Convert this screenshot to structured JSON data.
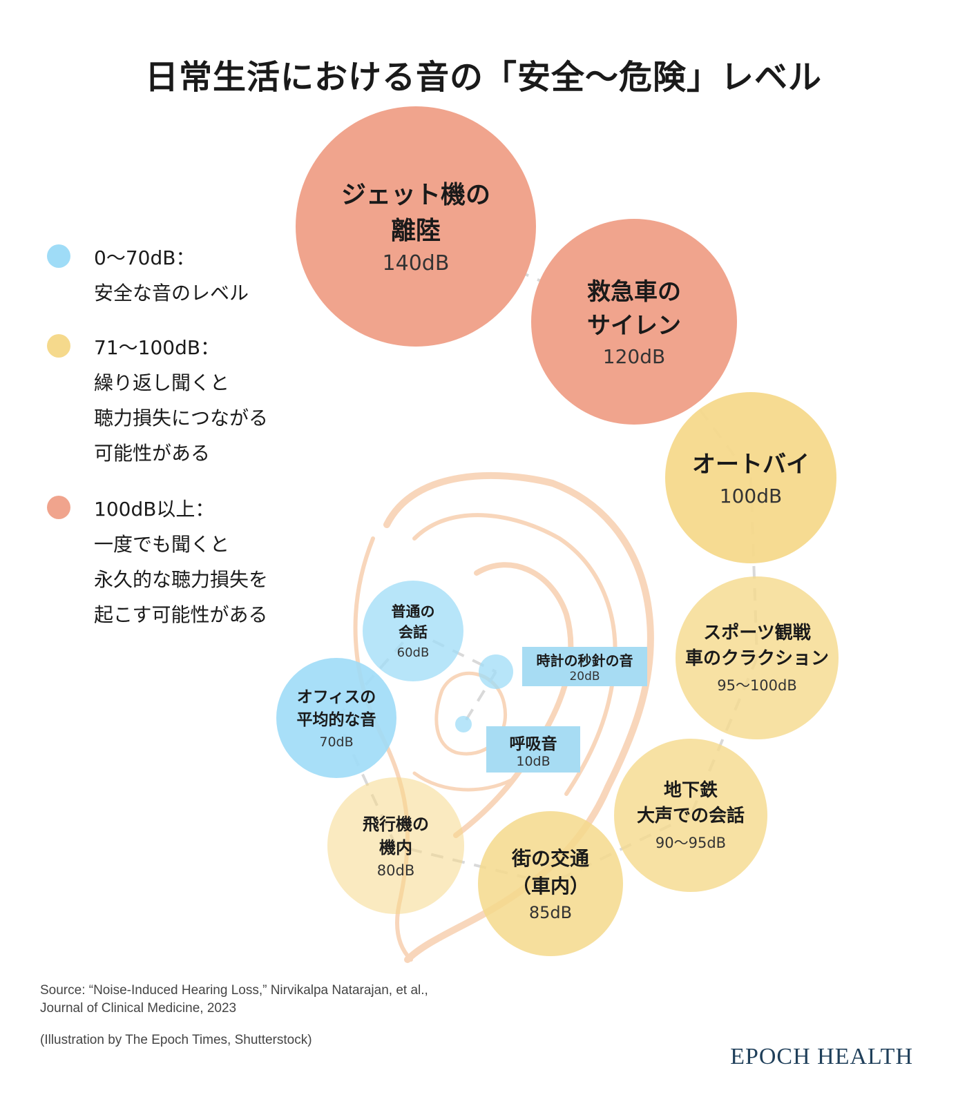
{
  "title": "日常生活における音の「安全〜危険」レベル",
  "colors": {
    "safe": "#9fdcf7",
    "caution": "#f5d98c",
    "danger": "#f0a48d",
    "ear_outline": "#f6c9a5"
  },
  "legend": [
    {
      "color": "safe",
      "lines": [
        "0〜70dB：",
        "安全な音のレベル"
      ]
    },
    {
      "color": "caution",
      "lines": [
        "71〜100dB：",
        "繰り返し聞くと",
        "聴力損失につながる",
        "可能性がある"
      ]
    },
    {
      "color": "danger",
      "lines": [
        "100dB以上：",
        "一度でも聞くと",
        "永久的な聴力損失を",
        "起こす可能性がある"
      ]
    }
  ],
  "sounds": [
    {
      "lines": [
        "ジェット機の",
        "離陸"
      ],
      "level": "140dB",
      "color": "danger"
    },
    {
      "lines": [
        "救急車の",
        "サイレン"
      ],
      "level": "120dB",
      "color": "danger"
    },
    {
      "lines": [
        "オートバイ"
      ],
      "level": "100dB",
      "color": "caution"
    },
    {
      "lines": [
        "スポーツ観戦",
        "車のクラクション"
      ],
      "level": "95〜100dB",
      "color": "caution"
    },
    {
      "lines": [
        "地下鉄",
        "大声での会話"
      ],
      "level": "90〜95dB",
      "color": "caution"
    },
    {
      "lines": [
        "街の交通",
        "（車内）"
      ],
      "level": "85dB",
      "color": "caution"
    },
    {
      "lines": [
        "飛行機の",
        "機内"
      ],
      "level": "80dB",
      "color": "caution"
    },
    {
      "lines": [
        "オフィスの",
        "平均的な音"
      ],
      "level": "70dB",
      "color": "safe"
    },
    {
      "lines": [
        "普通の",
        "会話"
      ],
      "level": "60dB",
      "color": "safe"
    }
  ],
  "small_sounds": [
    {
      "label": "時計の秒針の音",
      "level": "20dB"
    },
    {
      "label": "呼吸音",
      "level": "10dB"
    }
  ],
  "source": {
    "line1": "Source: “Noise-Induced Hearing Loss,” Nirvikalpa Natarajan, et al.,",
    "line2": "Journal of Clinical Medicine, 2023",
    "credit": "(Illustration by The Epoch Times, Shutterstock)"
  },
  "brand": "EPOCH HEALTH"
}
